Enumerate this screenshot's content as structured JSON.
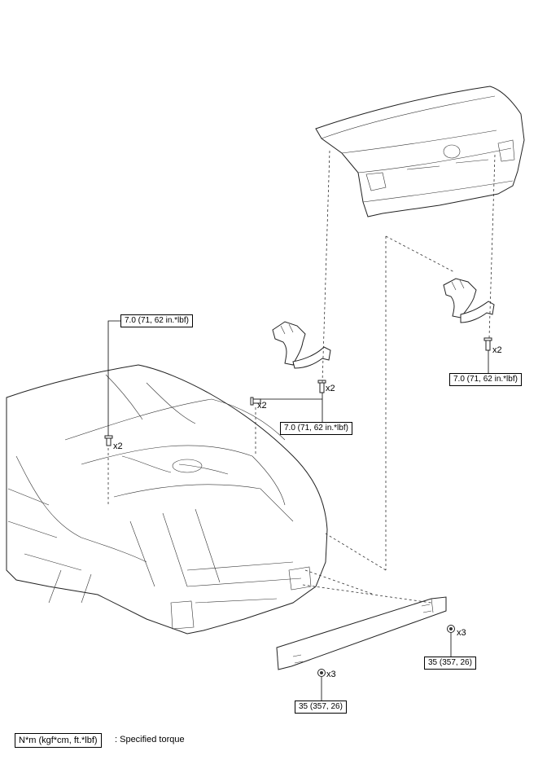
{
  "torque_labels": {
    "upper_left": "7.0 (71, 62 in.*lbf)",
    "center": "7.0 (71, 62 in.*lbf)",
    "right": "7.0 (71, 62 in.*lbf)",
    "reinforcement_right": "35 (357, 26)",
    "reinforcement_bottom": "35 (357, 26)"
  },
  "quantities": {
    "upper_left_bolt": "x2",
    "center_bolt_left": "x2",
    "center_bolt_right": "x2",
    "right_bolt": "x2",
    "right_nut": "x3",
    "bottom_nut": "x3"
  },
  "legend": {
    "unit_box": "N*m (kgf*cm, ft.*lbf)",
    "description": ": Specified torque"
  }
}
